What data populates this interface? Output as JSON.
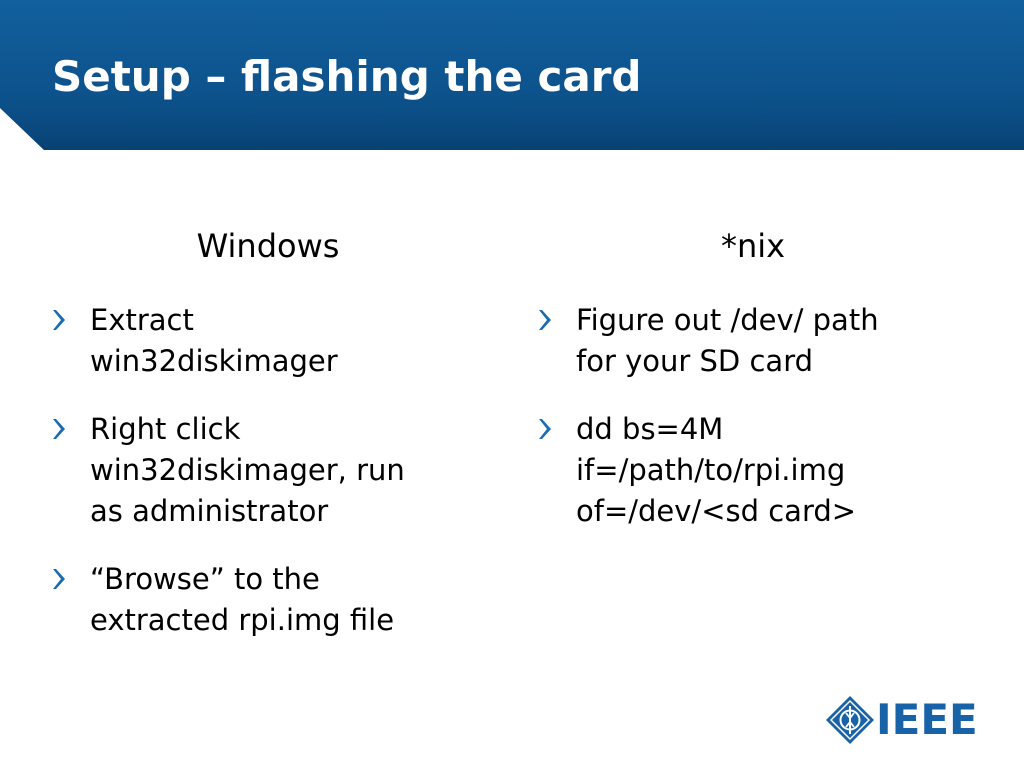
{
  "slide": {
    "title": "Setup – flashing the card"
  },
  "columns": [
    {
      "heading": "Windows",
      "bullets": [
        "Extract\nwin32diskimager",
        "Right click\nwin32diskimager, run\nas administrator",
        "“Browse” to the\nextracted rpi.img file"
      ]
    },
    {
      "heading": "*nix",
      "bullets": [
        "Figure out /dev/ path\nfor your SD card",
        "dd bs=4M\nif=/path/to/rpi.img\nof=/dev/<sd card>"
      ]
    }
  ],
  "logo": {
    "wordmark": "IEEE"
  },
  "colors": {
    "header_band_top": "#12609e",
    "header_band_bottom": "#0a4a81",
    "bullet_chevron": "#1a6bb0",
    "logo_blue": "#1863a8",
    "title_text": "#ffffff",
    "body_text": "#000000"
  },
  "icons": {
    "bullet": "chevron-right-icon",
    "logo_mark": "ieee-diamond-icon"
  }
}
